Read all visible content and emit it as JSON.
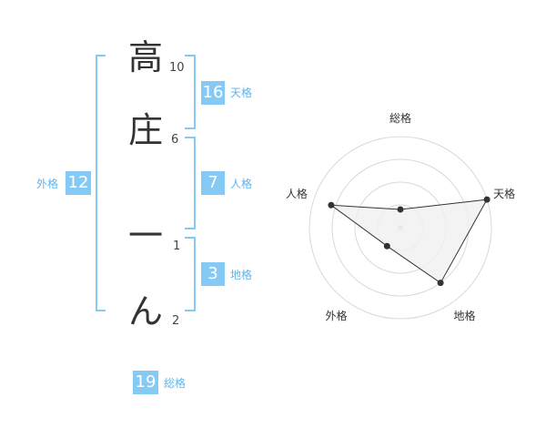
{
  "name": {
    "characters": [
      {
        "char": "高",
        "strokes": "10"
      },
      {
        "char": "庄",
        "strokes": "6"
      },
      {
        "char": "一",
        "strokes": "1"
      },
      {
        "char": "ん",
        "strokes": "2"
      }
    ]
  },
  "fortune": {
    "tenkaku": {
      "label": "天格",
      "value": "16"
    },
    "jinkaku": {
      "label": "人格",
      "value": "7"
    },
    "chikaku": {
      "label": "地格",
      "value": "3"
    },
    "gaikaku": {
      "label": "外格",
      "value": "12"
    },
    "soukaku": {
      "label": "総格",
      "value": "19"
    }
  },
  "radar": {
    "labels": [
      "総格",
      "天格",
      "地格",
      "外格",
      "人格"
    ],
    "levels": 4,
    "values": [
      0.2,
      1.0,
      0.75,
      0.25,
      0.8
    ],
    "colors": {
      "grid": "#d9d9d9",
      "fill": "#f0f0f0",
      "line": "#333333",
      "point": "#333333"
    }
  },
  "colors": {
    "accent": "#85c9f5",
    "accent_text": "#5bb5ee"
  }
}
